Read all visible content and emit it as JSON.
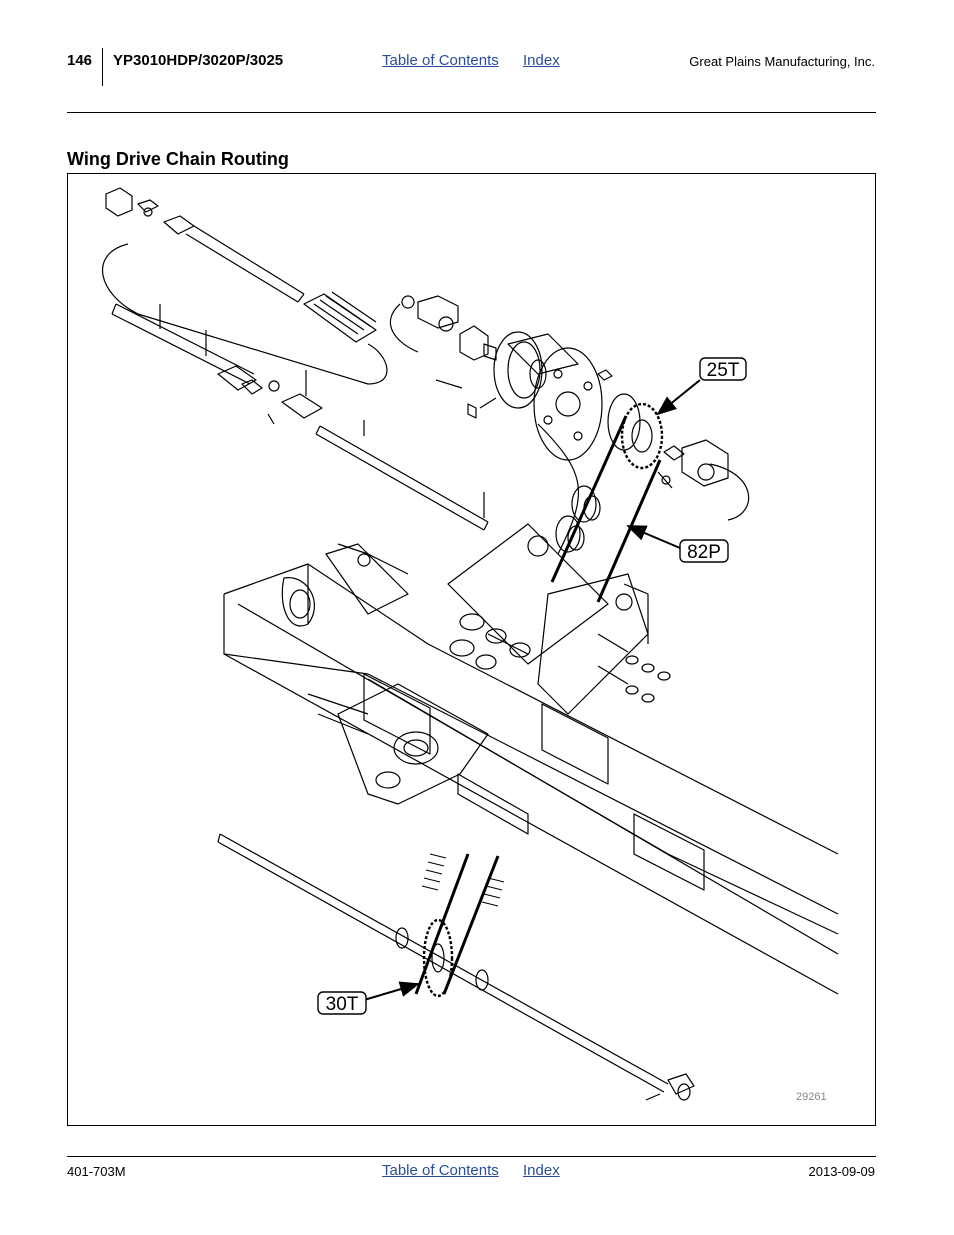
{
  "header": {
    "page_number": "146",
    "model": "YP3010HDP/3020P/3025",
    "toc_link": "Table of Contents",
    "index_link": "Index",
    "company": "Great Plains Manufacturing, Inc."
  },
  "section": {
    "title": "Wing Drive Chain Routing"
  },
  "figure": {
    "callouts": {
      "sprocket_upper": "25T",
      "chain": "82P",
      "sprocket_lower": "30T"
    },
    "figure_number": "29261"
  },
  "footer": {
    "doc_number": "401-703M",
    "toc_link": "Table of Contents",
    "index_link": "Index",
    "date": "2013-09-09"
  }
}
